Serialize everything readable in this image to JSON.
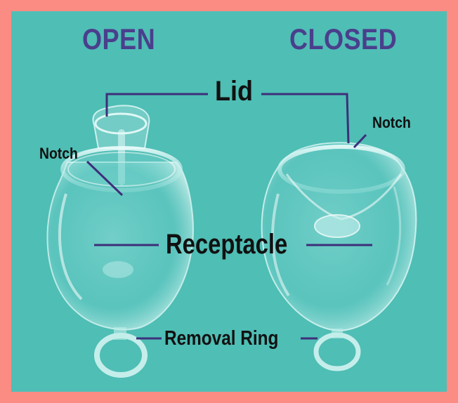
{
  "titles": {
    "open": "OPEN",
    "closed": "CLOSED"
  },
  "labels": {
    "lid": "Lid",
    "notch_left": "Notch",
    "notch_right": "Notch",
    "receptacle": "Receptacle",
    "removal_ring": "Removal Ring"
  },
  "colors": {
    "border": "#fa8c84",
    "background": "#4fbeb5",
    "title": "#4a3f8c",
    "leader_lines": "#3d2f7a",
    "label_text": "#111111"
  }
}
